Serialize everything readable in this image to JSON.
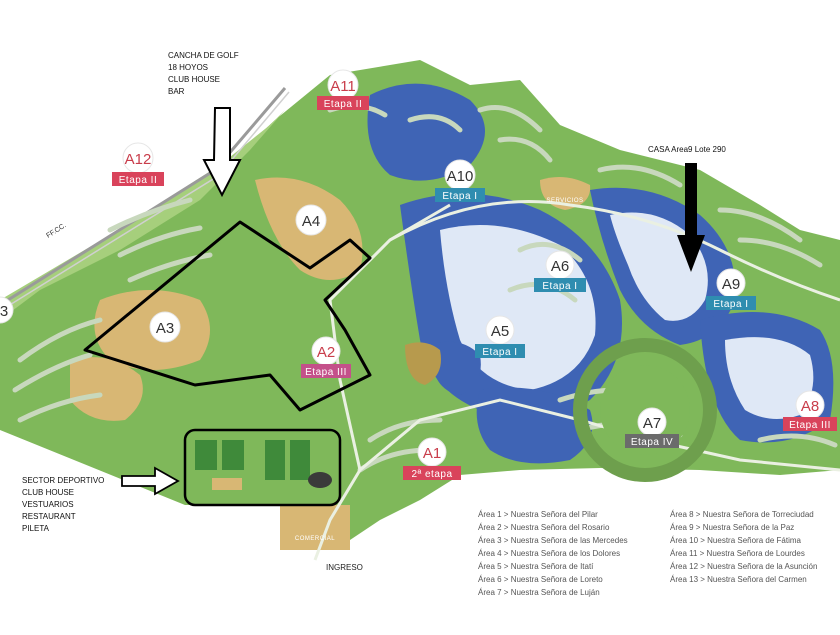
{
  "map": {
    "background_colors": {
      "land": "#7fb85a",
      "land_light": "#a6cf7c",
      "water": "#3f64b5",
      "water_light": "#dfe8f6",
      "sand": "#d8b774",
      "road": "#c8d8bd",
      "badge_blue": "#2f8db0",
      "badge_red": "#d9435b",
      "badge_pink": "#c4508a",
      "badge_gray": "#6b6b6b"
    },
    "areas": [
      {
        "id": "A1",
        "stage": "2ª etapa",
        "badge_color": "#d9435b",
        "code_red": true
      },
      {
        "id": "A2",
        "stage": "Etapa III",
        "badge_color": "#c4508a",
        "code_red": true
      },
      {
        "id": "A3",
        "stage": "",
        "badge_color": "",
        "code_red": false
      },
      {
        "id": "A4",
        "stage": "",
        "badge_color": "",
        "code_red": false
      },
      {
        "id": "A5",
        "stage": "Etapa I",
        "badge_color": "#2f8db0",
        "code_red": false
      },
      {
        "id": "A6",
        "stage": "Etapa I",
        "badge_color": "#2f8db0",
        "code_red": false
      },
      {
        "id": "A7",
        "stage": "Etapa IV",
        "badge_color": "#6b6b6b",
        "code_red": false
      },
      {
        "id": "A8",
        "stage": "Etapa III",
        "badge_color": "#d9435b",
        "code_red": true
      },
      {
        "id": "A9",
        "stage": "Etapa I",
        "badge_color": "#2f8db0",
        "code_red": false
      },
      {
        "id": "A10",
        "stage": "Etapa I",
        "badge_color": "#2f8db0",
        "code_red": false
      },
      {
        "id": "A11",
        "stage": "Etapa II",
        "badge_color": "#d9435b",
        "code_red": true
      },
      {
        "id": "A12",
        "stage": "Etapa II",
        "badge_color": "#d9435b",
        "code_red": true
      },
      {
        "id": "3",
        "stage": "",
        "badge_color": "",
        "code_red": false
      }
    ],
    "labels": {
      "servicios": "SERVICIOS",
      "comercial": "COMERCIAL",
      "ffcc": "FF.CC.",
      "ingreso": "INGRESO"
    },
    "annotations": {
      "golf": [
        "CANCHA DE GOLF",
        "18 HOYOS",
        "CLUB HOUSE",
        "BAR"
      ],
      "casa": "CASA Area9 Lote 290",
      "deportivo": [
        "SECTOR DEPORTIVO",
        "CLUB HOUSE",
        "VESTUARIOS",
        "RESTAURANT",
        "PILETA"
      ]
    },
    "legend_left": [
      "Área 1 > Nuestra Señora del Pilar",
      "Área 2 > Nuestra Señora del Rosario",
      "Área 3 > Nuestra Señora de las Mercedes",
      "Área 4 > Nuestra Señora de los Dolores",
      "Área 5 > Nuestra Señora de Itatí",
      "Área 6 > Nuestra Señora de Loreto",
      "Área 7 > Nuestra Señora de Luján"
    ],
    "legend_right": [
      "Área 8 > Nuestra Señora de Torreciudad",
      "Área 9 > Nuestra Señora de la Paz",
      "Área 10 > Nuestra Señora de Fátima",
      "Área 11 > Nuestra Señora de Lourdes",
      "Área 12 > Nuestra Señora de la Asunción",
      "Área 13 > Nuestra Señora del Carmen"
    ]
  }
}
